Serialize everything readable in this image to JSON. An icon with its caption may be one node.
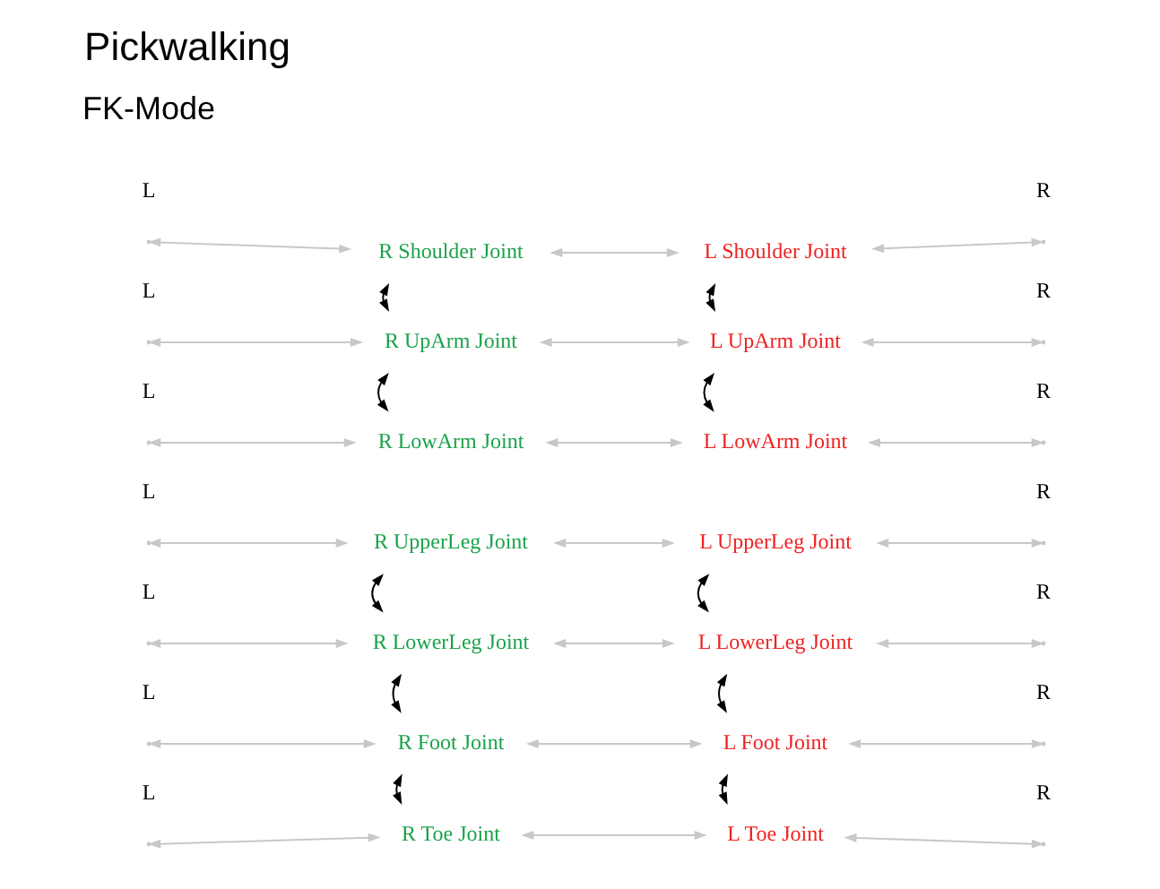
{
  "diagram": {
    "title": "Pickwalking",
    "nodes": [
      {
        "text": [
          "R Shoulder Joint"
        ]
      },
      {
        "text": [
          "L Shoulder Joint"
        ]
      },
      {
        "text": [
          "R UpArm Joint"
        ]
      },
      {
        "text": [
          "L UpArm Joint"
        ]
      },
      {
        "text": [
          "R LowArm Joint"
        ]
      },
      {
        "text": [
          "L LowArm Joint"
        ]
      },
      {
        "text": [
          "R UpperLeg Joint"
        ]
      },
      {
        "text": [
          "L UpperLeg Joint"
        ]
      },
      {
        "text": [
          "R LowerLeg Joint"
        ]
      },
      {
        "text": [
          "L LowerLeg Joint"
        ]
      },
      {
        "text": [
          "R Foot Joint"
        ]
      },
      {
        "text": [
          "L Foot Joint"
        ]
      },
      {
        "text": [
          "R Toe Joint"
        ]
      },
      {
        "text": [
          "L Toe Joint"
        ]
      }
    ],
    "edges": [
      {
        "from": null,
        "to": 0,
        "arrow": "both"
      },
      {
        "from": 0,
        "to": 1,
        "arrow": "both"
      },
      {
        "from": 1,
        "to": null,
        "arrow": "both"
      },
      {
        "from": null,
        "to": 2,
        "arrow": "both"
      },
      {
        "from": 2,
        "to": 3,
        "arrow": "both"
      },
      {
        "from": 3,
        "to": null,
        "arrow": "both"
      },
      {
        "from": null,
        "to": 4,
        "arrow": "both"
      },
      {
        "from": 4,
        "to": 5,
        "arrow": "both"
      },
      {
        "from": 5,
        "to": null,
        "arrow": "both"
      },
      {
        "from": null,
        "to": 6,
        "arrow": "both"
      },
      {
        "from": 6,
        "to": 7,
        "arrow": "both"
      },
      {
        "from": 7,
        "to": null,
        "arrow": "both"
      },
      {
        "from": null,
        "to": 8,
        "arrow": "both"
      },
      {
        "from": 8,
        "to": 9,
        "arrow": "both"
      },
      {
        "from": 9,
        "to": null,
        "arrow": "both"
      },
      {
        "from": null,
        "to": 10,
        "arrow": "both"
      },
      {
        "from": 10,
        "to": 11,
        "arrow": "both"
      },
      {
        "from": 11,
        "to": null,
        "arrow": "both"
      },
      {
        "from": null,
        "to": 12,
        "arrow": "both"
      },
      {
        "from": 12,
        "to": 13,
        "arrow": "both"
      },
      {
        "from": 13,
        "to": null,
        "arrow": "both"
      },
      {
        "from": 0,
        "to": 2,
        "arrow": "both",
        "color": "#000000"
      },
      {
        "from": 2,
        "to": 4,
        "arrow": "both",
        "color": "#000000"
      },
      {
        "from": 1,
        "to": 3,
        "arrow": "both",
        "color": "#000000"
      },
      {
        "from": 3,
        "to": 5,
        "arrow": "both",
        "color": "#000000"
      },
      {
        "from": 6,
        "to": 8,
        "arrow": "both",
        "color": "#000000"
      },
      {
        "from": 8,
        "to": 10,
        "arrow": "both",
        "color": "#000000"
      },
      {
        "from": 10,
        "to": 12,
        "arrow": "both",
        "color": "#000000"
      },
      {
        "from": 7,
        "to": 9,
        "arrow": "both",
        "color": "#000000"
      },
      {
        "from": 9,
        "to": 11,
        "arrow": "both",
        "color": "#000000"
      },
      {
        "from": 11,
        "to": 13,
        "arrow": "both",
        "color": "#000000"
      }
    ],
    "labels": [
      "FK-Mode",
      "L",
      "R",
      "L",
      "R",
      "L",
      "R",
      "L",
      "R",
      "L",
      "R",
      "L",
      "R",
      "L",
      "R"
    ]
  }
}
